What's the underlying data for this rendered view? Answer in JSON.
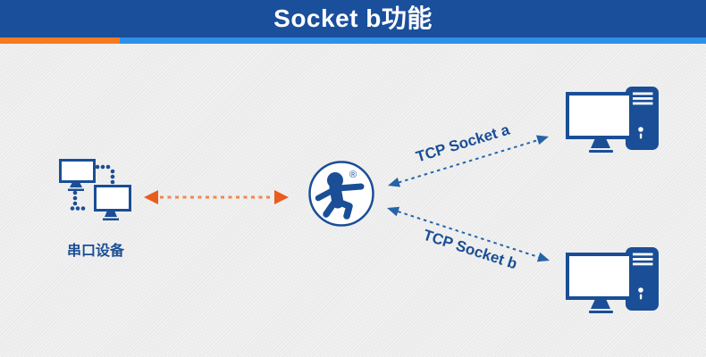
{
  "title": "Socket b功能",
  "serial_device": {
    "label": "串口设备"
  },
  "logo": {
    "registered_mark": "®"
  },
  "links": {
    "serial": {
      "type": "orange-dashed-double-arrow"
    },
    "socket_a": {
      "label": "TCP Socket a"
    },
    "socket_b": {
      "label": "TCP Socket b"
    }
  },
  "icons": [
    "monitor-icon",
    "dotted-link-icon",
    "usr-person-logo-icon",
    "registered-mark",
    "double-arrow-icon",
    "desktop-computer-icon"
  ],
  "colors": {
    "header_bg": "#1a4f9c",
    "header_text": "#ffffff",
    "accent_orange": "#f47b20",
    "accent_blue": "#2e90e9",
    "dark_blue": "#1a4e96",
    "arrow_blue": "#2563a8",
    "arrow_orange_head": "#e95c1d",
    "arrow_orange_dash": "#f2854e",
    "bg_light": "#f2f2f2",
    "bg_dark": "#eaeaea"
  }
}
